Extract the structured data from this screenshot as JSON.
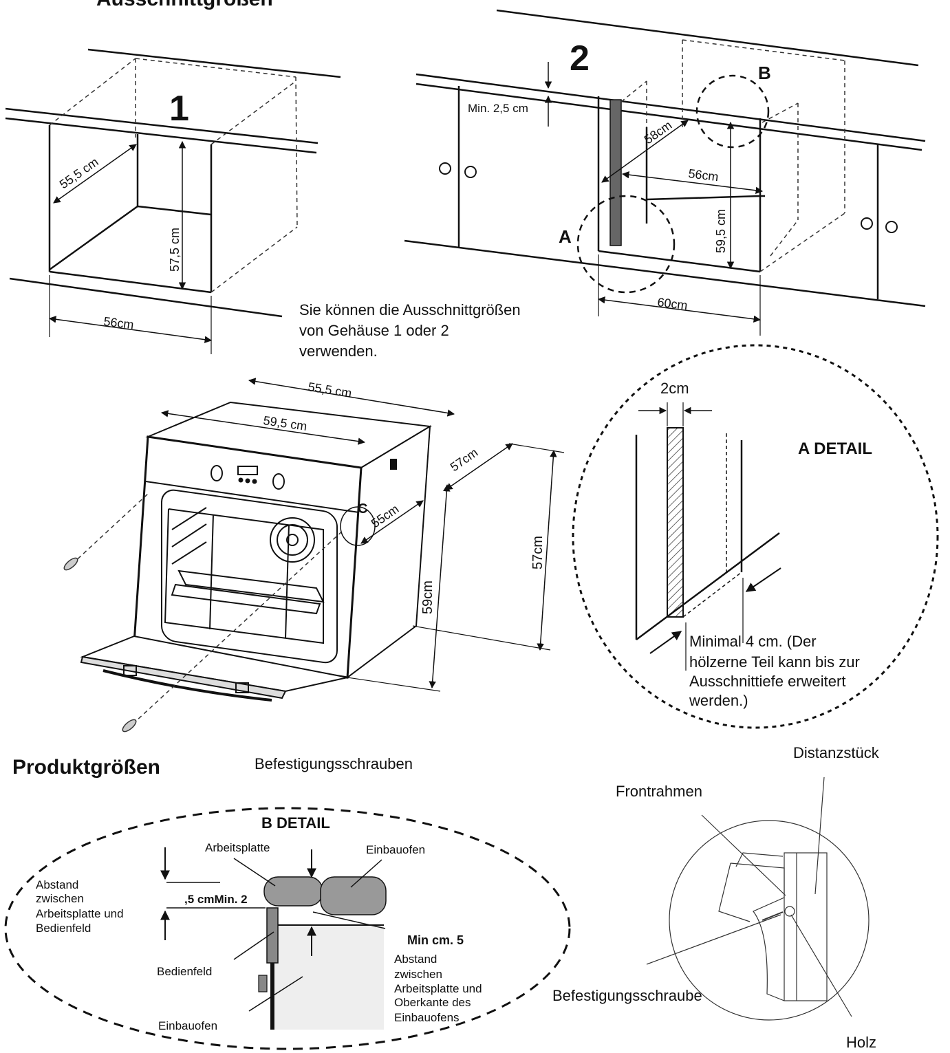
{
  "headings": {
    "cutout_sizes": "Ausschnittgrößen",
    "product_sizes": "Produktgrößen"
  },
  "cabinet1": {
    "number": "1",
    "depth": "55,5 cm",
    "height": "57,5 cm",
    "width": "56cm"
  },
  "cabinet2": {
    "number": "2",
    "min_gap": "Min. 2,5 cm",
    "depth": "58cm",
    "inner_width": "56cm",
    "height": "59,5 cm",
    "width": "60cm",
    "marker_a": "A",
    "marker_b": "B"
  },
  "note": {
    "line1": "Sie können die Ausschnittgrößen",
    "line2": "von Gehäuse 1 oder 2",
    "line3": "verwenden."
  },
  "oven": {
    "depth_top": "55,5 cm",
    "width_front": "59,5 cm",
    "side_depth": "57cm",
    "inner_depth": "55cm",
    "height_total": "57cm",
    "height_front": "59cm",
    "marker_c": "C",
    "screws_label": "Befestigungsschrauben"
  },
  "a_detail": {
    "title": "A DETAIL",
    "width": "2cm",
    "note_line1": "Minimal  4 cm. (Der",
    "note_line2": "hölzerne Teil kann bis zur",
    "note_line3": "Ausschnittiefe erweitert",
    "note_line4": "werden.)"
  },
  "b_detail": {
    "title": "B DETAIL",
    "worktop": "Arbeitsplatte",
    "oven_top": "Einbauofen",
    "gap_title_1": "Abstand",
    "gap_title_2": "zwischen",
    "gap_title_3": "Arbeitsplatte und",
    "gap_title_4": "Bedienfeld",
    "min_gap": ",5 cmMin. 2",
    "control_panel": "Bedienfeld",
    "oven_bottom": "Einbauofen",
    "min5": "Min  cm. 5",
    "dist_1": "Abstand",
    "dist_2": "zwischen",
    "dist_3": "Arbeitsplatte und",
    "dist_4": "Oberkante des",
    "dist_5": "Einbauofens"
  },
  "c_detail": {
    "spacer": "Distanzstück",
    "front_frame": "Frontrahmen",
    "screw": "Befestigungsschraube",
    "wood": "Holz"
  }
}
